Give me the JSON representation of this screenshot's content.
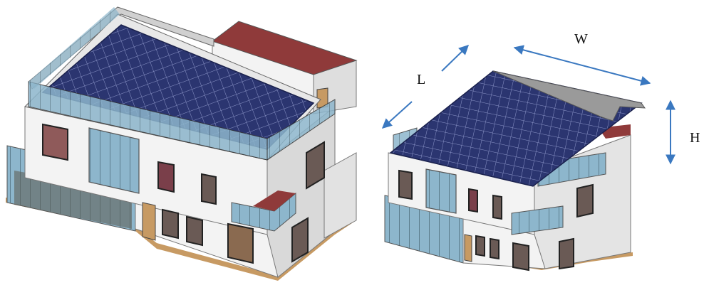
{
  "labels": {
    "length": "L",
    "width": "W",
    "height": "H"
  },
  "colors": {
    "wall": "#f3f3f3",
    "wall_shadow": "#d7d7d7",
    "panel": "#2b3570",
    "panel_line": "#8c95c8",
    "glass": "#7fa9c2",
    "roof_red": "#8f3a3a",
    "ground_wood": "#c79a63",
    "arrow": "#3a78c0",
    "dark_room": "#6a5a55"
  },
  "icons": {
    "dimension_arrow": "double-headed-arrow-icon"
  }
}
